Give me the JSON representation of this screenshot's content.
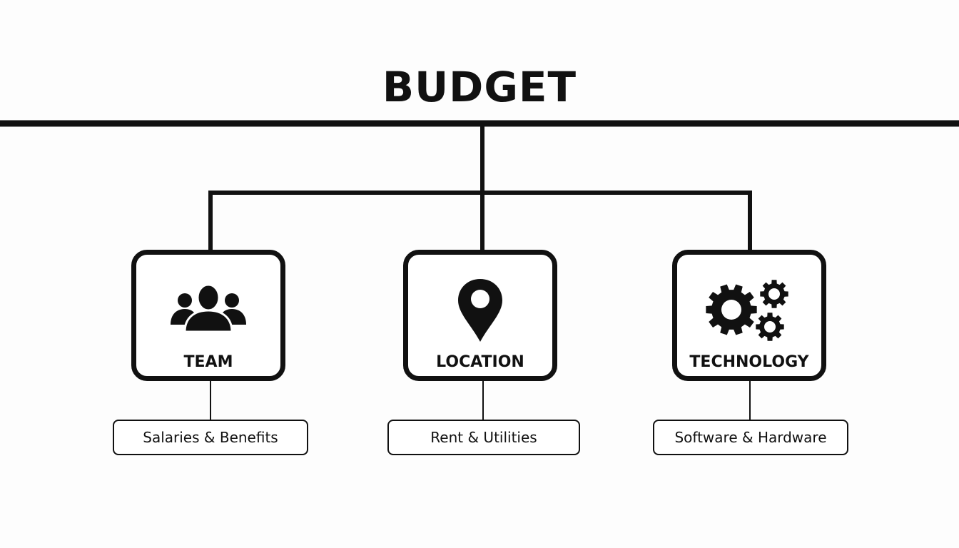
{
  "title": "BUDGET",
  "colors": {
    "ink": "#111111",
    "background": "#fdfdfd"
  },
  "categories": [
    {
      "label": "TEAM",
      "icon": "team-people-icon",
      "detail": "Salaries & Benefits"
    },
    {
      "label": "LOCATION",
      "icon": "location-pin-icon",
      "detail": "Rent & Utilities"
    },
    {
      "label": "TECHNOLOGY",
      "icon": "gears-icon",
      "detail": "Software & Hardware"
    }
  ]
}
